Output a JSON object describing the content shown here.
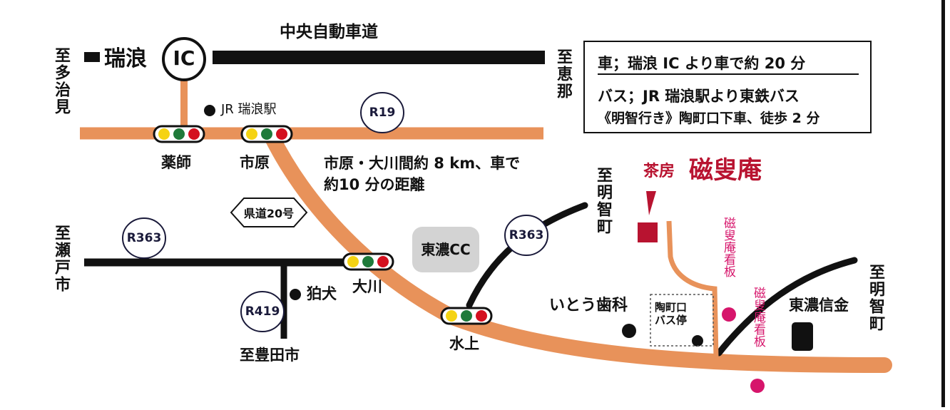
{
  "map": {
    "expressway": "中央自動車道",
    "ic": {
      "name": "瑞浪",
      "badge": "IC"
    },
    "directions": {
      "tajimi": "至多治見",
      "ena": "至恵那",
      "seto": "至瀬戸市",
      "toyota": "至豊田市",
      "akechi_1": "至明智町",
      "akechi_2": "至明智町"
    },
    "routes": {
      "r19": "R19",
      "r363_a": "R363",
      "r363_b": "R363",
      "r419": "R419",
      "pref20": "県道20号"
    },
    "places": {
      "jr_station": "JR 瑞浪駅",
      "yakushi": "薬師",
      "ichihara": "市原",
      "ookawa": "大川",
      "mizukami": "水上",
      "hakuken": "狛犬",
      "tono_cc": "東濃CC",
      "dental": "いとう歯科",
      "bus_stop": "陶町口\nバス停",
      "bank": "東濃信金",
      "signboard_1": "磁叟庵看板",
      "signboard_2": "磁叟庵看板"
    },
    "note": "市原・大川間約 8 km、車で\n約10 分の距離",
    "destination": {
      "prefix": "茶房",
      "name": "磁叟庵"
    },
    "access": {
      "car": "車；瑞浪 IC より車で約 20 分",
      "bus_line1": "バス；JR 瑞浪駅より東鉄バス",
      "bus_line2": "《明智行き》陶町口下車、徒歩 2 分"
    },
    "colors": {
      "road": "#e8925a",
      "expressway": "#111111",
      "accent": "#b81330",
      "sign": "#d6156b",
      "signal_yellow": "#f5d313",
      "signal_green": "#1f7a3a",
      "signal_red": "#d4101f",
      "cc_fill": "#d3d3d3"
    }
  }
}
